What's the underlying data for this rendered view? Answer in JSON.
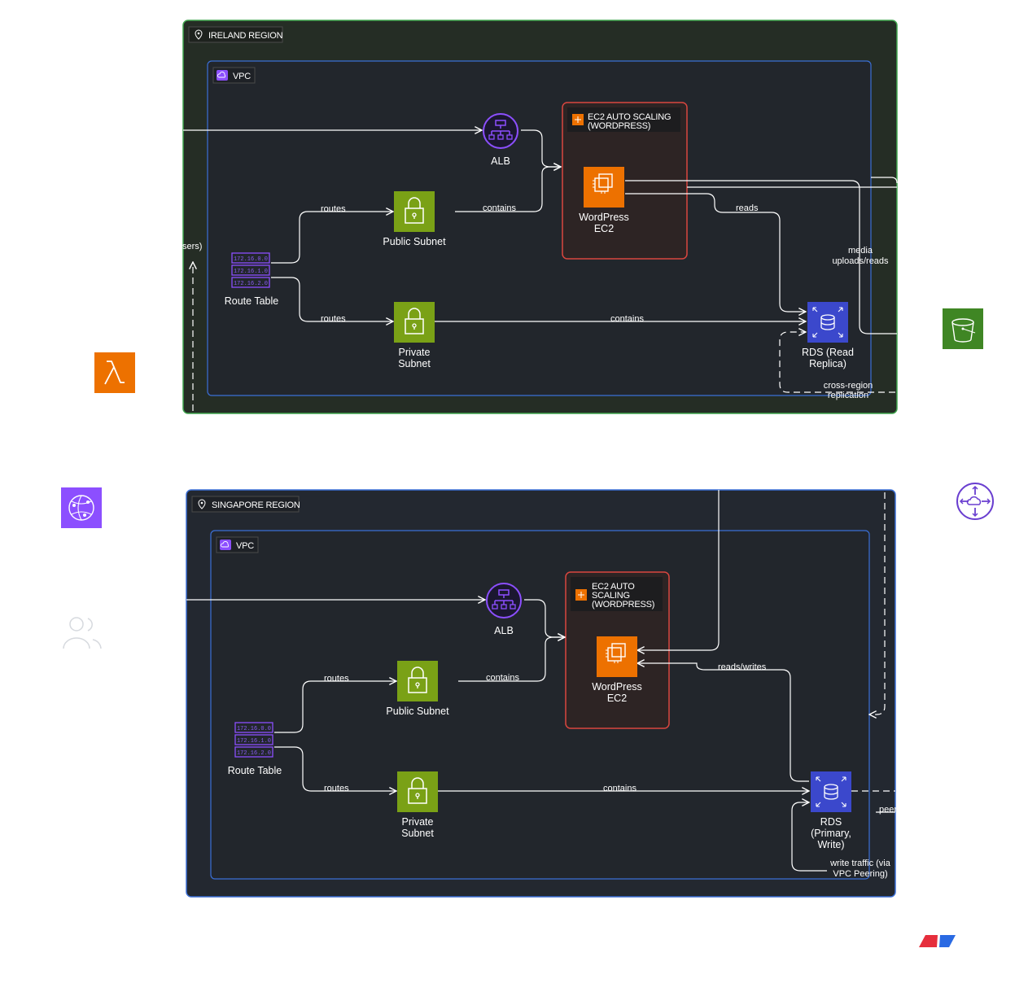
{
  "regions": {
    "ireland": {
      "label": "IRELAND REGION",
      "vpc_label": "VPC",
      "asg_label_1": "EC2 AUTO SCALING",
      "asg_label_2": "(WORDPRESS)",
      "alb": "ALB",
      "ec2_1": "WordPress",
      "ec2_2": "EC2",
      "public_subnet": "Public Subnet",
      "private_subnet_1": "Private",
      "private_subnet_2": "Subnet",
      "route_table": "Route Table",
      "rds_1": "RDS (Read",
      "rds_2": "Replica)"
    },
    "singapore": {
      "label": "SINGAPORE REGION",
      "vpc_label": "VPC",
      "asg_label_1": "EC2 AUTO",
      "asg_label_2": "SCALING",
      "asg_label_3": "(WORDPRESS)",
      "alb": "ALB",
      "ec2_1": "WordPress",
      "ec2_2": "EC2",
      "public_subnet": "Public Subnet",
      "private_subnet_1": "Private",
      "private_subnet_2": "Subnet",
      "route_table": "Route Table",
      "rds_1": "RDS",
      "rds_2": "(Primary,",
      "rds_3": "Write)"
    }
  },
  "route_table_cidrs": [
    "172.16.0.0",
    "172.16.1.0",
    "172.16.2.0"
  ],
  "edges": {
    "routes": "routes",
    "contains": "contains",
    "reads": "reads",
    "reads_writes": "reads/writes",
    "media_1": "media",
    "media_2": "uploads/reads",
    "cross_region_1": "cross-region",
    "cross_region_2": "replication",
    "write_traffic_1": "write traffic (via",
    "write_traffic_2": "VPC Peering)",
    "peer": "peer",
    "users_partial": "sers)"
  },
  "colors": {
    "ireland_region_border": "#3fa34d",
    "ireland_region_fill": "#252d25",
    "singapore_region_border": "#3b6fd6",
    "singapore_region_fill": "#232830",
    "vpc_border": "#3b6fd6",
    "vpc_fill": "#22262c",
    "asg_border": "#d9463f",
    "asg_fill": "#2d2424",
    "subnet_green": "#7aa116",
    "ec2_orange": "#ed7100",
    "rds_blue": "#3b48cc",
    "alb_purple": "#8c4fff",
    "lambda_orange": "#ed7100",
    "s3_green": "#3f8624",
    "cloudfront_purple": "#8c4fff"
  },
  "icons": [
    "location-pin-icon",
    "vpc-cloud-icon",
    "auto-scaling-icon",
    "alb-icon",
    "ec2-chip-icon",
    "padlock-icon",
    "route-table-icon",
    "rds-database-icon",
    "lambda-icon",
    "s3-bucket-icon",
    "cloudfront-globe-icon",
    "transit-gateway-icon",
    "users-icon",
    "brand-logo-icon"
  ]
}
